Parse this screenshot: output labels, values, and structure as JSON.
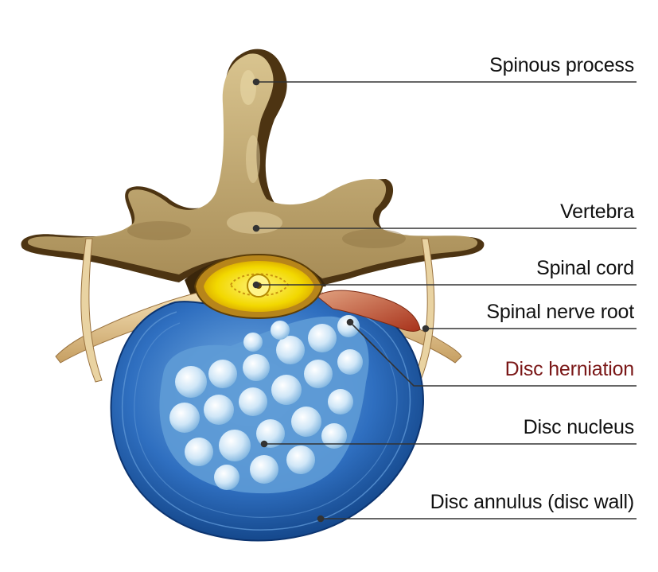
{
  "colors": {
    "bone": "#c7b07b",
    "bone_dark": "#4d3412",
    "disc_wall": "#1d5aa5",
    "disc_wall_dark": "#0f3f80",
    "nucleus": "#a9d2ef",
    "spinal_cord": "#f2d800",
    "nerve_root": "#e6c993",
    "herniation": "#c8502e",
    "herniation_label": "#7a1717",
    "leader_line": "#333333"
  },
  "labels": {
    "spinous_process": "Spinous process",
    "vertebra": "Vertebra",
    "spinal_cord": "Spinal cord",
    "spinal_nerve_root": "Spinal nerve root",
    "disc_herniation": "Disc herniation",
    "disc_nucleus": "Disc nucleus",
    "disc_annulus": "Disc annulus (disc wall)"
  }
}
